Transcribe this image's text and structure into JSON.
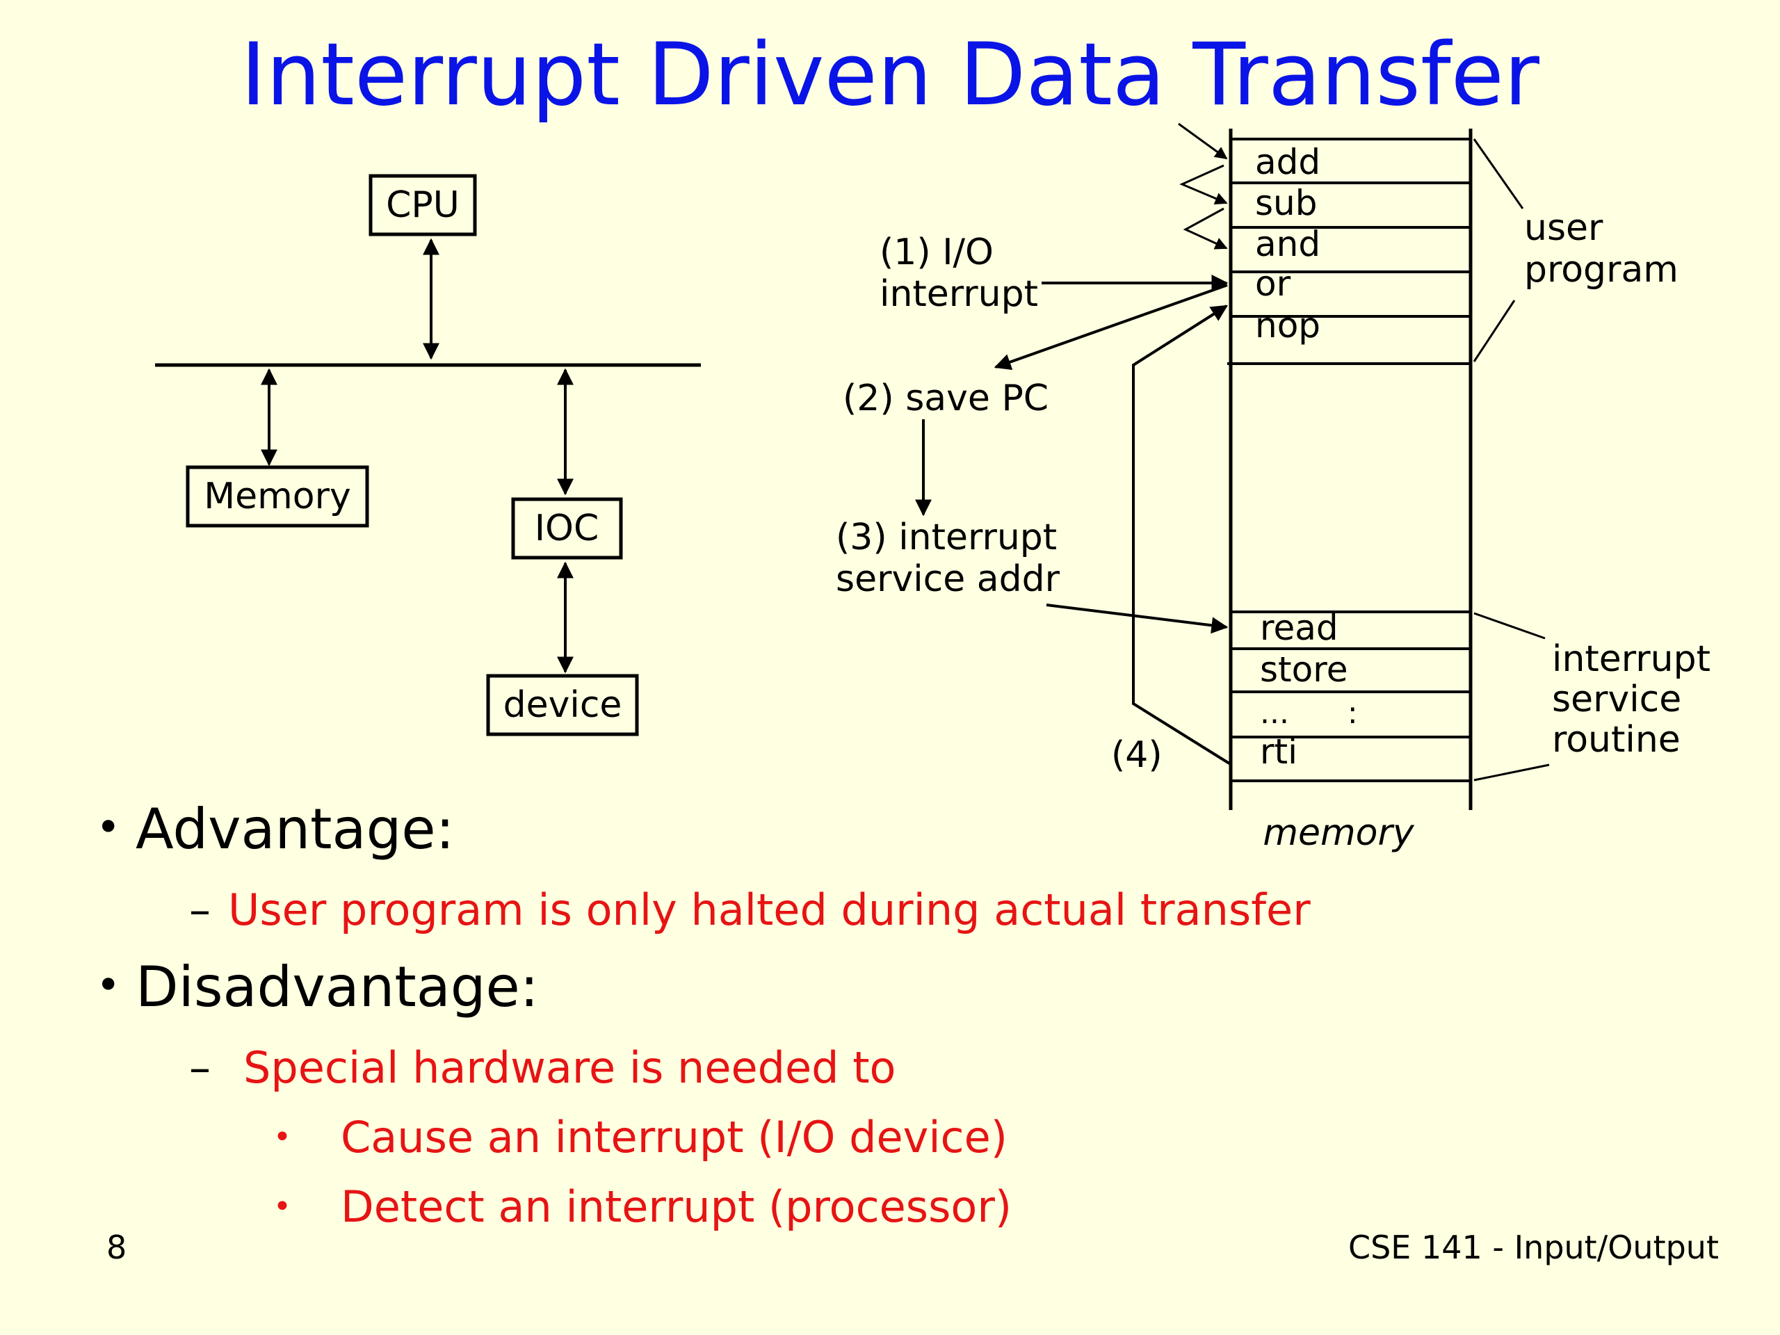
{
  "slide": {
    "title": "Interrupt Driven Data Transfer",
    "page_number": "8",
    "footer": "CSE 141 - Input/Output",
    "colors": {
      "background": "#FFFFE1",
      "title": "#0A14E6",
      "highlight": "#E61414",
      "ink": "#000000"
    }
  },
  "system_diagram": {
    "cpu": "CPU",
    "memory": "Memory",
    "ioc": "IOC",
    "device": "device"
  },
  "memory_diagram": {
    "user_program_instructions": [
      "add",
      "sub",
      "and",
      "or",
      "nop"
    ],
    "isr_instructions": [
      "read",
      "store",
      "...      :",
      "rti"
    ],
    "user_program_label": [
      "user",
      "program"
    ],
    "isr_label": [
      "interrupt",
      "service",
      "routine"
    ],
    "memory_label": "memory",
    "step1": [
      "(1) I/O",
      "interrupt"
    ],
    "step2": "(2) save PC",
    "step3": [
      "(3) interrupt",
      "service addr"
    ],
    "step4": "(4)"
  },
  "bullets": {
    "advantage": {
      "heading": "Advantage:",
      "item": "User program is only halted during actual transfer"
    },
    "disadvantage": {
      "heading": "Disadvantage:",
      "item": "Special hardware is needed to",
      "subitems": [
        "Cause an interrupt (I/O device)",
        "Detect an interrupt (processor)"
      ]
    }
  }
}
